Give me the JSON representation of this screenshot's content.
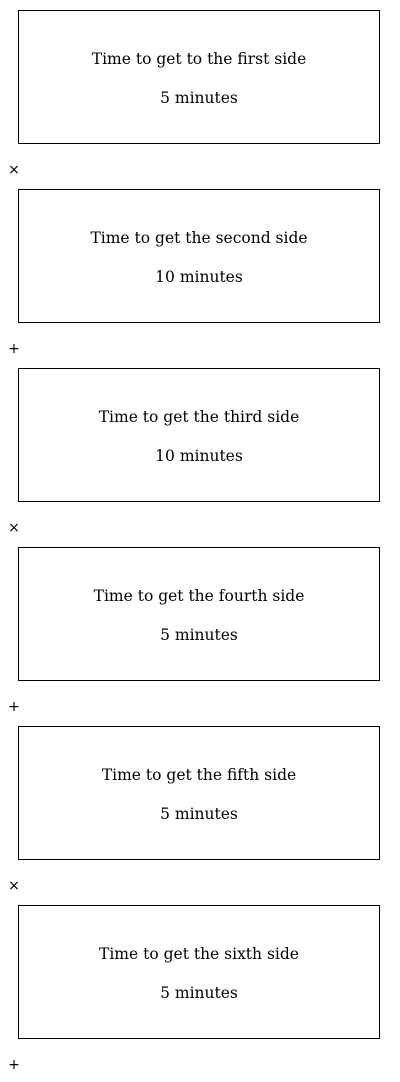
{
  "steps": [
    {
      "title": "Time to get to the first side",
      "time": "5 minutes",
      "operator": "×"
    },
    {
      "title": "Time to get the second side",
      "time": "10 minutes",
      "operator": "+"
    },
    {
      "title": "Time to get the third side",
      "time": "10 minutes",
      "operator": "×"
    },
    {
      "title": "Time to get the fourth side",
      "time": "5 minutes",
      "operator": "+"
    },
    {
      "title": "Time to get the fifth side",
      "time": "5 minutes",
      "operator": "×"
    },
    {
      "title": "Time to get the sixth side",
      "time": "5 minutes",
      "operator": "+"
    }
  ]
}
